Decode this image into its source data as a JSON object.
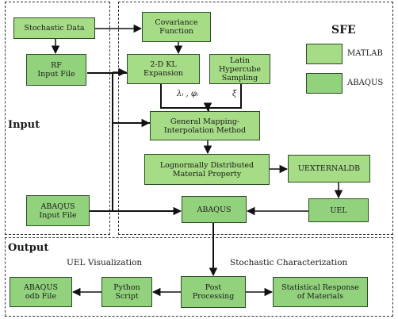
{
  "nodes": {
    "stochastic_data": "Stochastic Data",
    "covariance_function": "Covariance\nFunction",
    "rf_input_file": "RF\nInput File",
    "kl_expansion": "2-D KL\nExpansion",
    "latin_hypercube": "Latin Hypercube\nSampling",
    "general_mapping": "General Mapping-\nInterpolation Method",
    "lognormal_property": "Lognormally Distributed\nMaterial Property",
    "uexternaldb": "UEXTERNALDB",
    "abaqus_input_file": "ABAQUS\nInput File",
    "abaqus": "ABAQUS",
    "uel": "UEL",
    "abaqus_odb": "ABAQUS\nodb File",
    "python_script": "Python\nScript",
    "post_processing": "Post\nProcessing",
    "statistical_response": "Statistical Response\nof Materials"
  },
  "edge_labels": {
    "lambda_phi": "λᵢ , φᵢ",
    "xi": "ξ"
  },
  "regions": {
    "input": "Input",
    "output": "Output",
    "uel_visualization": "UEL Visualization",
    "stochastic_characterization": "Stochastic Characterization"
  },
  "legend": {
    "title": "SFE",
    "matlab": "MATLAB",
    "abaqus": "ABAQUS"
  },
  "colors": {
    "matlab_fill": "#a6dc86",
    "abaqus_fill": "#93d27d",
    "border": "#2a4d23"
  }
}
